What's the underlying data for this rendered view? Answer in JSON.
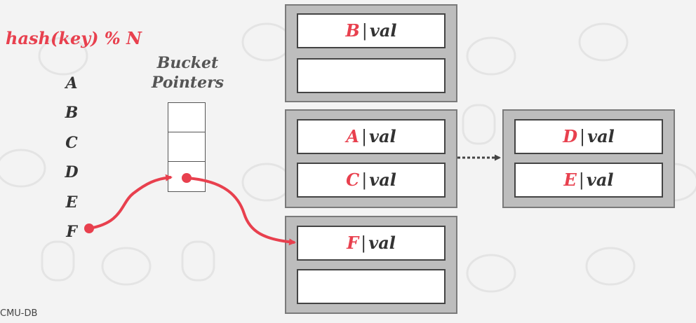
{
  "hash_function": "hash(key) % N",
  "keys": [
    "A",
    "B",
    "C",
    "D",
    "E",
    "F"
  ],
  "bucket_pointers_title": "Bucket Pointers",
  "bucket_pointer_slots": 3,
  "slot_separator": "|",
  "pages": {
    "page1": [
      {
        "key": "B",
        "value": "val"
      },
      {
        "key": "",
        "value": ""
      }
    ],
    "page2": [
      {
        "key": "A",
        "value": "val"
      },
      {
        "key": "C",
        "value": "val"
      }
    ],
    "page3": [
      {
        "key": "D",
        "value": "val"
      },
      {
        "key": "E",
        "value": "val"
      }
    ],
    "page4": [
      {
        "key": "F",
        "value": "val"
      },
      {
        "key": "",
        "value": ""
      }
    ]
  },
  "footer": "CMU-DB",
  "colors": {
    "accent": "#e8404e",
    "page_fill": "#bdbdbd",
    "page_border": "#7a7a7a",
    "text": "#333333"
  }
}
